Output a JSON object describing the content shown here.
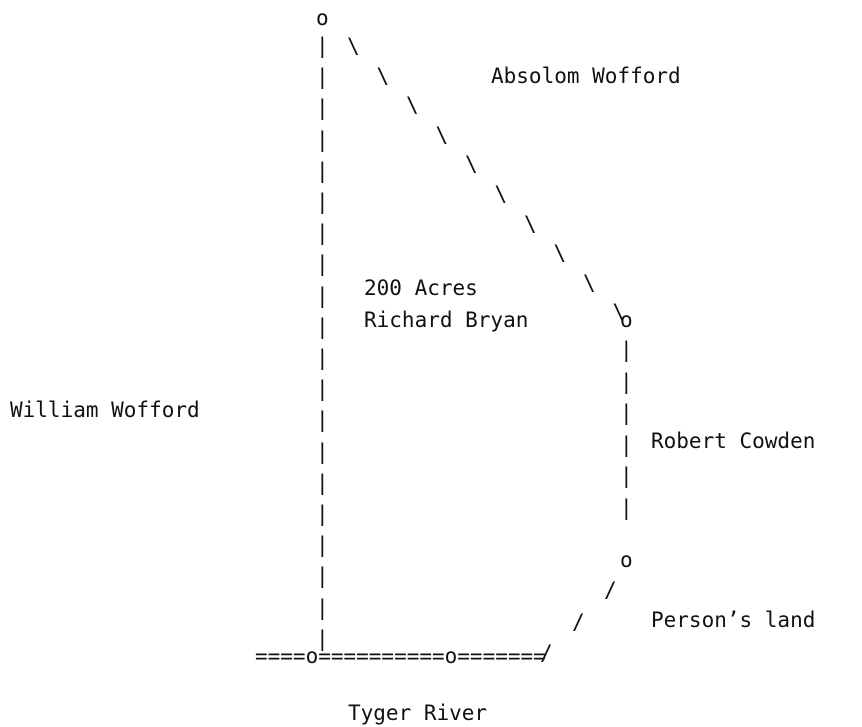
{
  "labels": {
    "absolom": "Absolom Wofford",
    "acres": "200 Acres",
    "owner": "Richard Bryan",
    "william": "William Wofford",
    "robert": "Robert Cowden",
    "person": "Person’s land",
    "river_line": "====o==========o=======",
    "river_name": "Tyger River"
  },
  "glyphs": {
    "corner": "o",
    "vertical": "|",
    "backslash": "\\",
    "slash": "/"
  }
}
